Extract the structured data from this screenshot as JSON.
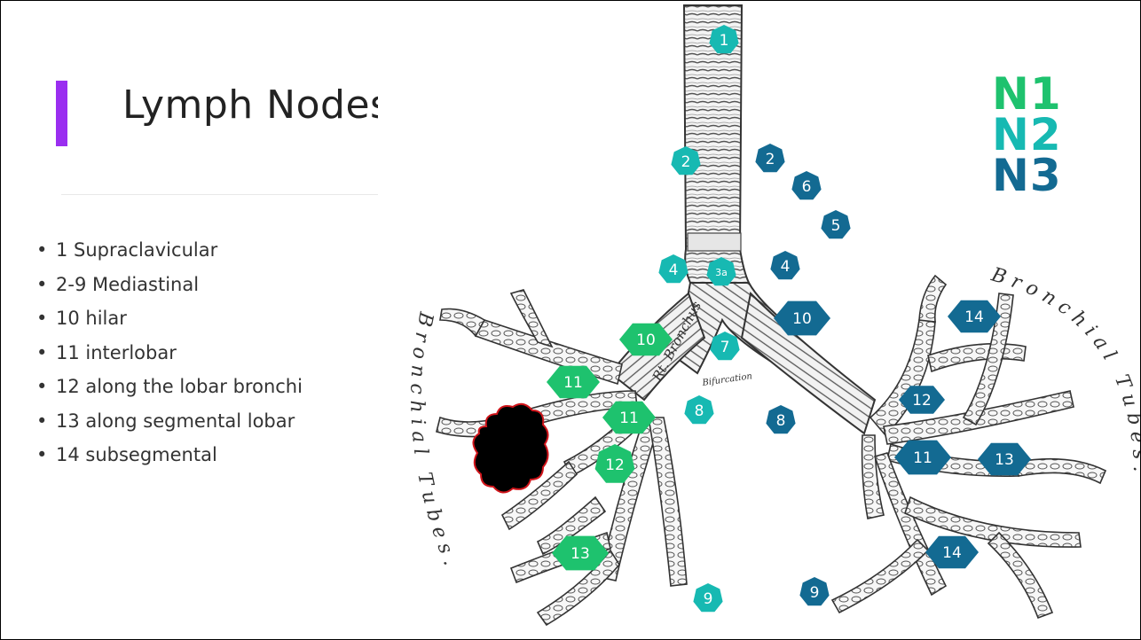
{
  "slide": {
    "title": "Lymph Nodes",
    "bullets": [
      {
        "marker": "•",
        "text": "1 Supraclavicular"
      },
      {
        "marker": "•",
        "text": "2-9 Mediastinal"
      },
      {
        "marker": "•",
        "text": "10 hilar"
      },
      {
        "marker": "•",
        "text": "11 interlobar"
      },
      {
        "marker": "•",
        "text": "12 along the lobar bronchi"
      },
      {
        "marker": "•",
        "text": "13 along segmental lobar"
      },
      {
        "marker": "•",
        "text": "14 subsegmental"
      }
    ],
    "legend": [
      {
        "label": "N1",
        "color": "#1ec26e"
      },
      {
        "label": "N2",
        "color": "#17b9b2"
      },
      {
        "label": "N3",
        "color": "#136a92"
      }
    ]
  },
  "diagram": {
    "engraving_text": {
      "left_arc": "Bronchial Tubes.",
      "right_arc": "Bronchial Tubes.",
      "right_bronchus": "Rt. Bronchus",
      "bifurcation": "Bifurcation"
    },
    "nodes": [
      {
        "label": "1",
        "group": "N2",
        "shape": "hept"
      },
      {
        "label": "2",
        "group": "N2",
        "shape": "hept"
      },
      {
        "label": "2",
        "group": "N3",
        "shape": "hept"
      },
      {
        "label": "6",
        "group": "N3",
        "shape": "hept"
      },
      {
        "label": "5",
        "group": "N3",
        "shape": "hept"
      },
      {
        "label": "4",
        "group": "N2",
        "shape": "hept"
      },
      {
        "label": "3a",
        "group": "N2",
        "shape": "hept"
      },
      {
        "label": "4",
        "group": "N3",
        "shape": "hept"
      },
      {
        "label": "10",
        "group": "N1",
        "shape": "hex"
      },
      {
        "label": "10",
        "group": "N3",
        "shape": "hex"
      },
      {
        "label": "7",
        "group": "N2",
        "shape": "hept"
      },
      {
        "label": "14",
        "group": "N3",
        "shape": "hex"
      },
      {
        "label": "11",
        "group": "N1",
        "shape": "hex"
      },
      {
        "label": "8",
        "group": "N2",
        "shape": "hept"
      },
      {
        "label": "8",
        "group": "N3",
        "shape": "hept"
      },
      {
        "label": "12",
        "group": "N3",
        "shape": "hex"
      },
      {
        "label": "11",
        "group": "N1",
        "shape": "hex"
      },
      {
        "label": "11",
        "group": "N3",
        "shape": "hex"
      },
      {
        "label": "13",
        "group": "N3",
        "shape": "hex"
      },
      {
        "label": "12",
        "group": "N1",
        "shape": "hept"
      },
      {
        "label": "13",
        "group": "N1",
        "shape": "hex"
      },
      {
        "label": "14",
        "group": "N3",
        "shape": "hex"
      },
      {
        "label": "9",
        "group": "N2",
        "shape": "hept"
      },
      {
        "label": "9",
        "group": "N3",
        "shape": "hept"
      }
    ],
    "tumor": {
      "fill": "#000000",
      "stroke": "#d0141a"
    }
  }
}
